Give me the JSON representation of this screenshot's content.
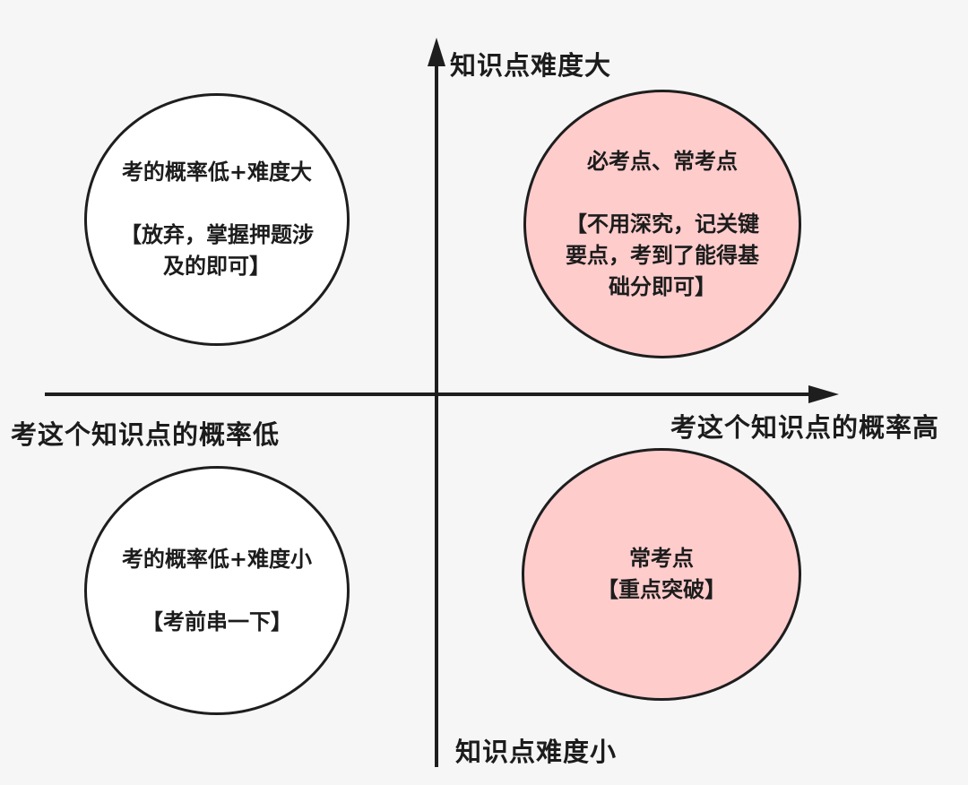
{
  "axes": {
    "y_top": "知识点难度大",
    "y_bottom": "知识点难度小",
    "x_left": "考这个知识点的概率低",
    "x_right": "考这个知识点的概率高"
  },
  "colors": {
    "line": "#1e1e1e",
    "background": "#f6f6f6",
    "white_fill": "#ffffff",
    "pink_fill": "#ffcccc"
  },
  "quadrants": {
    "top_left": {
      "title": "考的概率低+难度大",
      "note_line1": "【放弃，掌握押题涉",
      "note_line2": "及的即可】"
    },
    "top_right": {
      "title": "必考点、常考点",
      "note_line1": "【不用深究，记关键",
      "note_line2": "要点，考到了能得基",
      "note_line3": "础分即可】"
    },
    "bottom_left": {
      "title": "考的概率低+难度小",
      "note_line1": "【考前串一下】"
    },
    "bottom_right": {
      "title": "常考点",
      "note_line1": "【重点突破】"
    }
  }
}
